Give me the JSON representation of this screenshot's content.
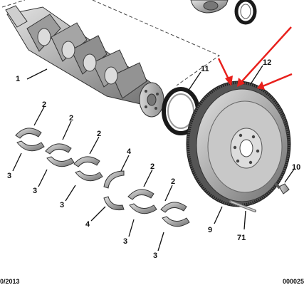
{
  "diagram": {
    "callouts": {
      "crankshaft": "1",
      "bearing_shell": "2",
      "bearing_shell_lower": "3",
      "thrust_washer": "4",
      "flywheel": "9",
      "flywheel_bolt": "10",
      "oil_seal": "11",
      "ring_gear": "12",
      "dowel_pin": "71"
    },
    "footer": {
      "date": "0/2013",
      "code": "000025"
    },
    "colors": {
      "arrow": "#e8201c",
      "part_fill": "#b8b8b8",
      "part_dark": "#6a6a6a",
      "seal": "#1a1a1a"
    }
  }
}
